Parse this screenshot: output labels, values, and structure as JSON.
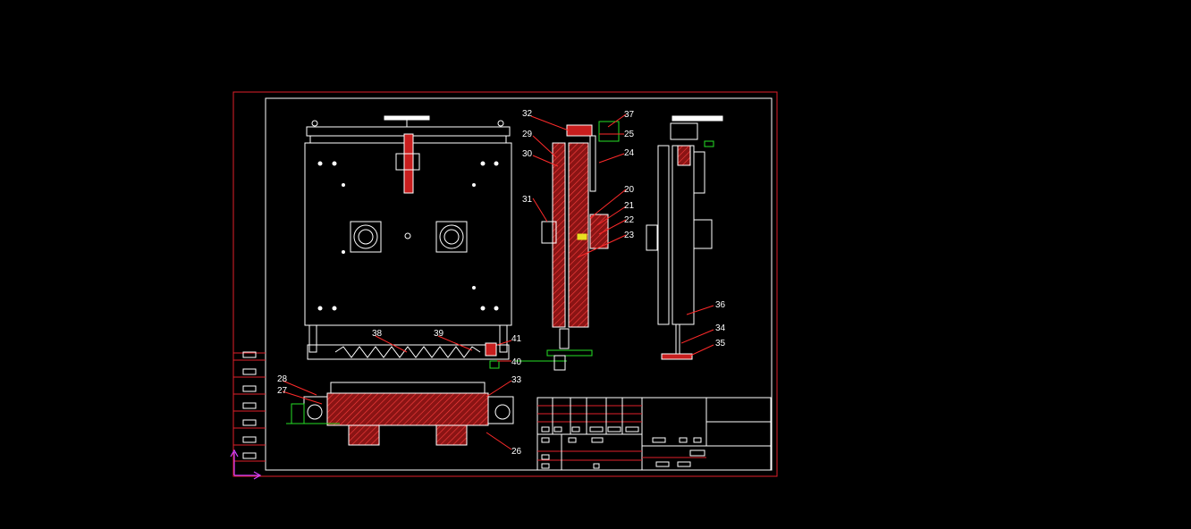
{
  "colors": {
    "background": "#000000",
    "outer_frame": "#e0202a",
    "line_white": "#ffffff",
    "section_red": "#c81e1e",
    "hatch_dark": "#6b0a0a",
    "leader": "#ff2a2a",
    "dimension_green": "#26e026",
    "ucs_magenta": "#d040ff",
    "accent_yellow": "#e8e020"
  },
  "part_labels": {
    "p20": "20",
    "p21": "21",
    "p22": "22",
    "p23": "23",
    "p24": "24",
    "p25": "25",
    "p26": "26",
    "p27": "27",
    "p28": "28",
    "p29": "29",
    "p30": "30",
    "p31": "31",
    "p32": "32",
    "p33": "33",
    "p34": "34",
    "p35": "35",
    "p36": "36",
    "p37": "37",
    "p38": "38",
    "p39": "39",
    "p40": "40",
    "p41": "41"
  },
  "icons": {
    "ucs": "ucs-axis-icon"
  }
}
